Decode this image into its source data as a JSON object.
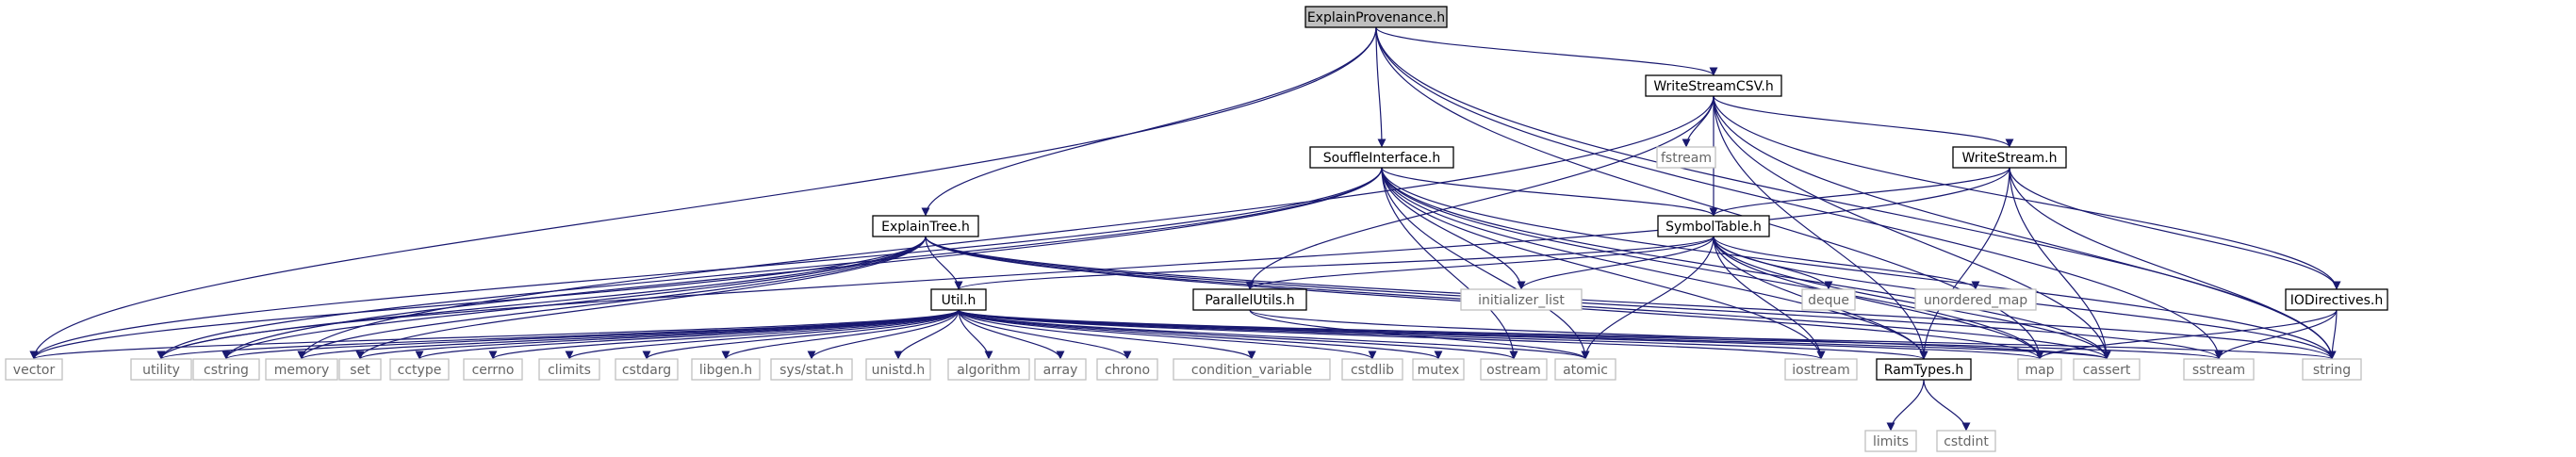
{
  "colors": {
    "edge": "#191970",
    "root_fill": "#bfbfbf",
    "node_stroke_documented": "#000000",
    "node_stroke_external": "#bfbfbf",
    "text_documented": "#000000",
    "text_external": "#666666"
  },
  "graph": {
    "nodes": [
      {
        "id": "explainprovenance",
        "label": "ExplainProvenance.h",
        "kind": "root"
      },
      {
        "id": "writestreamcsv",
        "label": "WriteStreamCSV.h",
        "kind": "documented"
      },
      {
        "id": "souffleinterface",
        "label": "SouffleInterface.h",
        "kind": "documented"
      },
      {
        "id": "writestream",
        "label": "WriteStream.h",
        "kind": "documented"
      },
      {
        "id": "explaintree",
        "label": "ExplainTree.h",
        "kind": "documented"
      },
      {
        "id": "symboltable",
        "label": "SymbolTable.h",
        "kind": "documented"
      },
      {
        "id": "util",
        "label": "Util.h",
        "kind": "documented"
      },
      {
        "id": "parallelutils",
        "label": "ParallelUtils.h",
        "kind": "documented"
      },
      {
        "id": "iodirectives",
        "label": "IODirectives.h",
        "kind": "documented"
      },
      {
        "id": "ramtypes",
        "label": "RamTypes.h",
        "kind": "documented"
      },
      {
        "id": "fstream",
        "label": "fstream",
        "kind": "external"
      },
      {
        "id": "initializer_list",
        "label": "initializer_list",
        "kind": "external"
      },
      {
        "id": "deque",
        "label": "deque",
        "kind": "external"
      },
      {
        "id": "unordered_map",
        "label": "unordered_map",
        "kind": "external"
      },
      {
        "id": "vector",
        "label": "vector",
        "kind": "external"
      },
      {
        "id": "utility",
        "label": "utility",
        "kind": "external"
      },
      {
        "id": "cstring",
        "label": "cstring",
        "kind": "external"
      },
      {
        "id": "memory",
        "label": "memory",
        "kind": "external"
      },
      {
        "id": "set",
        "label": "set",
        "kind": "external"
      },
      {
        "id": "cctype",
        "label": "cctype",
        "kind": "external"
      },
      {
        "id": "cerrno",
        "label": "cerrno",
        "kind": "external"
      },
      {
        "id": "climits",
        "label": "climits",
        "kind": "external"
      },
      {
        "id": "cstdarg",
        "label": "cstdarg",
        "kind": "external"
      },
      {
        "id": "libgen",
        "label": "libgen.h",
        "kind": "external"
      },
      {
        "id": "sysstat",
        "label": "sys/stat.h",
        "kind": "external"
      },
      {
        "id": "unistd",
        "label": "unistd.h",
        "kind": "external"
      },
      {
        "id": "algorithm",
        "label": "algorithm",
        "kind": "external"
      },
      {
        "id": "array",
        "label": "array",
        "kind": "external"
      },
      {
        "id": "chrono",
        "label": "chrono",
        "kind": "external"
      },
      {
        "id": "condition_variable",
        "label": "condition_variable",
        "kind": "external"
      },
      {
        "id": "cstdlib",
        "label": "cstdlib",
        "kind": "external"
      },
      {
        "id": "mutex",
        "label": "mutex",
        "kind": "external"
      },
      {
        "id": "ostream",
        "label": "ostream",
        "kind": "external"
      },
      {
        "id": "atomic",
        "label": "atomic",
        "kind": "external"
      },
      {
        "id": "iostream",
        "label": "iostream",
        "kind": "external"
      },
      {
        "id": "map",
        "label": "map",
        "kind": "external"
      },
      {
        "id": "cassert",
        "label": "cassert",
        "kind": "external"
      },
      {
        "id": "sstream",
        "label": "sstream",
        "kind": "external"
      },
      {
        "id": "string",
        "label": "string",
        "kind": "external"
      },
      {
        "id": "limits",
        "label": "limits",
        "kind": "external"
      },
      {
        "id": "cstdint",
        "label": "cstdint",
        "kind": "external"
      }
    ],
    "edges": [
      [
        "explainprovenance",
        "vector"
      ],
      [
        "explainprovenance",
        "explaintree"
      ],
      [
        "explainprovenance",
        "souffleinterface"
      ],
      [
        "explainprovenance",
        "writestreamcsv"
      ],
      [
        "explainprovenance",
        "sstream"
      ],
      [
        "explainprovenance",
        "string"
      ],
      [
        "explainprovenance",
        "map"
      ],
      [
        "writestreamcsv",
        "fstream"
      ],
      [
        "writestreamcsv",
        "symboltable"
      ],
      [
        "writestreamcsv",
        "writestream"
      ],
      [
        "writestreamcsv",
        "iodirectives"
      ],
      [
        "writestreamcsv",
        "cassert"
      ],
      [
        "writestreamcsv",
        "string"
      ],
      [
        "writestreamcsv",
        "parallelutils"
      ],
      [
        "writestreamcsv",
        "ramtypes"
      ],
      [
        "writestreamcsv",
        "memory"
      ],
      [
        "souffleinterface",
        "symboltable"
      ],
      [
        "souffleinterface",
        "initializer_list"
      ],
      [
        "souffleinterface",
        "string"
      ],
      [
        "souffleinterface",
        "vector"
      ],
      [
        "souffleinterface",
        "utility"
      ],
      [
        "souffleinterface",
        "ramtypes"
      ],
      [
        "souffleinterface",
        "iostream"
      ],
      [
        "souffleinterface",
        "map"
      ],
      [
        "souffleinterface",
        "cassert"
      ],
      [
        "souffleinterface",
        "atomic"
      ],
      [
        "souffleinterface",
        "ostream"
      ],
      [
        "souffleinterface",
        "cstring"
      ],
      [
        "writestream",
        "symboltable"
      ],
      [
        "writestream",
        "iodirectives"
      ],
      [
        "writestream",
        "cassert"
      ],
      [
        "writestream",
        "ramtypes"
      ],
      [
        "writestream",
        "string"
      ],
      [
        "writestream",
        "utility"
      ],
      [
        "explaintree",
        "util"
      ],
      [
        "explaintree",
        "vector"
      ],
      [
        "explaintree",
        "utility"
      ],
      [
        "explaintree",
        "cstring"
      ],
      [
        "explaintree",
        "memory"
      ],
      [
        "explaintree",
        "set"
      ],
      [
        "explaintree",
        "sstream"
      ],
      [
        "explaintree",
        "string"
      ],
      [
        "explaintree",
        "cassert"
      ],
      [
        "explaintree",
        "map"
      ],
      [
        "symboltable",
        "initializer_list"
      ],
      [
        "symboltable",
        "deque"
      ],
      [
        "symboltable",
        "unordered_map"
      ],
      [
        "symboltable",
        "util"
      ],
      [
        "symboltable",
        "parallelutils"
      ],
      [
        "symboltable",
        "ramtypes"
      ],
      [
        "symboltable",
        "cassert"
      ],
      [
        "symboltable",
        "string"
      ],
      [
        "symboltable",
        "iostream"
      ],
      [
        "symboltable",
        "atomic"
      ],
      [
        "symboltable",
        "map"
      ],
      [
        "util",
        "vector"
      ],
      [
        "util",
        "utility"
      ],
      [
        "util",
        "cstring"
      ],
      [
        "util",
        "memory"
      ],
      [
        "util",
        "set"
      ],
      [
        "util",
        "cctype"
      ],
      [
        "util",
        "cerrno"
      ],
      [
        "util",
        "climits"
      ],
      [
        "util",
        "cstdarg"
      ],
      [
        "util",
        "libgen"
      ],
      [
        "util",
        "sysstat"
      ],
      [
        "util",
        "unistd"
      ],
      [
        "util",
        "algorithm"
      ],
      [
        "util",
        "array"
      ],
      [
        "util",
        "chrono"
      ],
      [
        "util",
        "condition_variable"
      ],
      [
        "util",
        "cstdlib"
      ],
      [
        "util",
        "mutex"
      ],
      [
        "util",
        "ostream"
      ],
      [
        "util",
        "atomic"
      ],
      [
        "util",
        "iostream"
      ],
      [
        "util",
        "ramtypes"
      ],
      [
        "util",
        "map"
      ],
      [
        "util",
        "cassert"
      ],
      [
        "util",
        "sstream"
      ],
      [
        "util",
        "string"
      ],
      [
        "parallelutils",
        "atomic"
      ],
      [
        "parallelutils",
        "cassert"
      ],
      [
        "iodirectives",
        "map"
      ],
      [
        "iodirectives",
        "sstream"
      ],
      [
        "iodirectives",
        "string"
      ],
      [
        "ramtypes",
        "limits"
      ],
      [
        "ramtypes",
        "cstdint"
      ]
    ]
  }
}
